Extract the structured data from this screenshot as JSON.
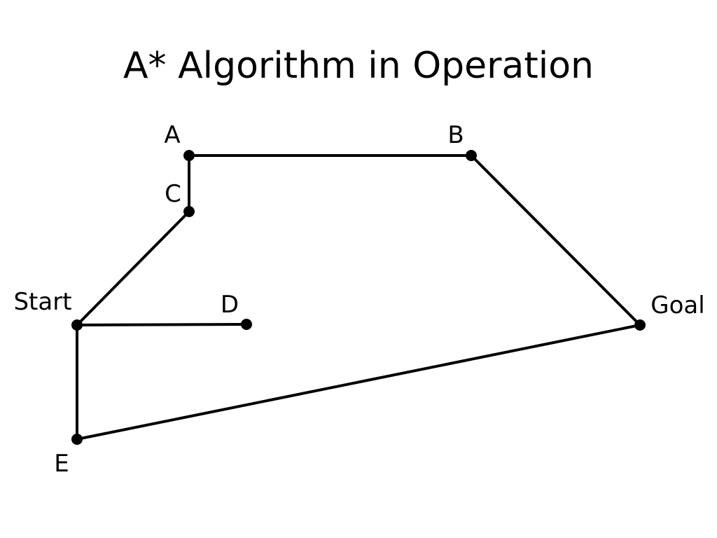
{
  "slide": {
    "title": "A* Algorithm in Operation"
  },
  "colors": {
    "edge": "#000000",
    "node": "#000000",
    "background": "#ffffff"
  },
  "graph": {
    "nodes": [
      {
        "id": "a",
        "label": "A"
      },
      {
        "id": "b",
        "label": "B"
      },
      {
        "id": "c",
        "label": "C"
      },
      {
        "id": "start",
        "label": "Start"
      },
      {
        "id": "d",
        "label": "D"
      },
      {
        "id": "goal",
        "label": "Goal"
      },
      {
        "id": "e",
        "label": "E"
      }
    ],
    "edges": [
      {
        "from": "a",
        "to": "b"
      },
      {
        "from": "a",
        "to": "c"
      },
      {
        "from": "c",
        "to": "start"
      },
      {
        "from": "start",
        "to": "d"
      },
      {
        "from": "start",
        "to": "e"
      },
      {
        "from": "b",
        "to": "goal"
      },
      {
        "from": "e",
        "to": "goal"
      }
    ]
  }
}
